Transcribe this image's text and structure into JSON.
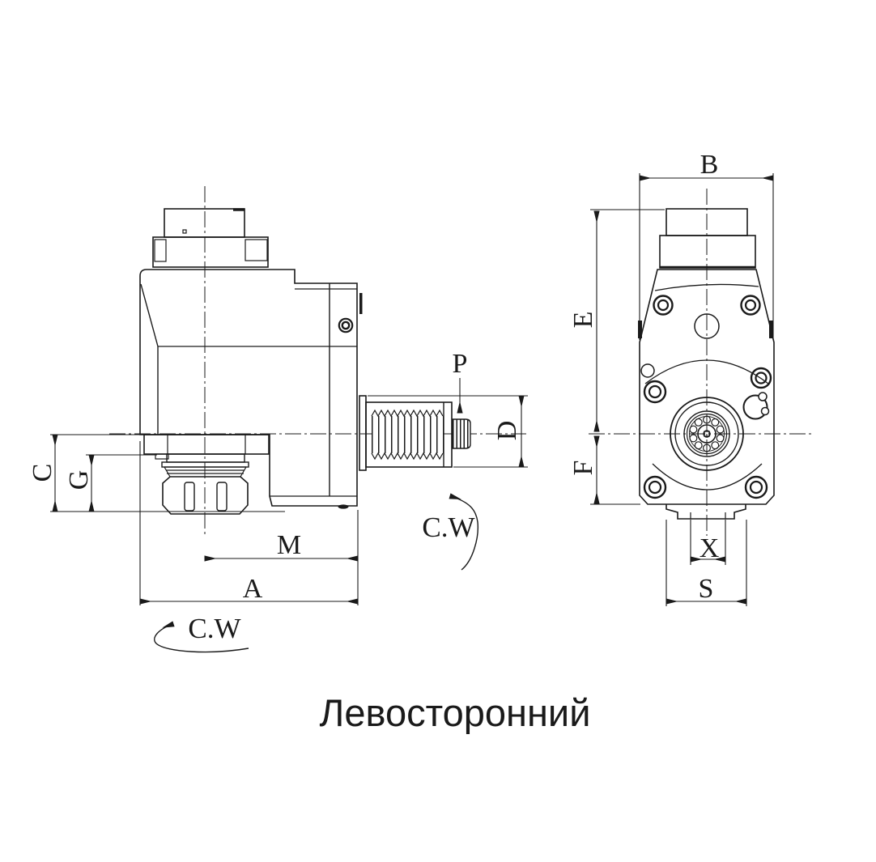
{
  "caption": "Левосторонний",
  "labels": {
    "A": "A",
    "B": "B",
    "C": "C",
    "D": "D",
    "E": "E",
    "F": "F",
    "G": "G",
    "M": "M",
    "P": "P",
    "S": "S",
    "X": "X"
  },
  "rotation_labels": {
    "side": "C.W",
    "bottom": "C.W"
  },
  "colors": {
    "ink": "#1a1a1a",
    "background": "#ffffff"
  }
}
